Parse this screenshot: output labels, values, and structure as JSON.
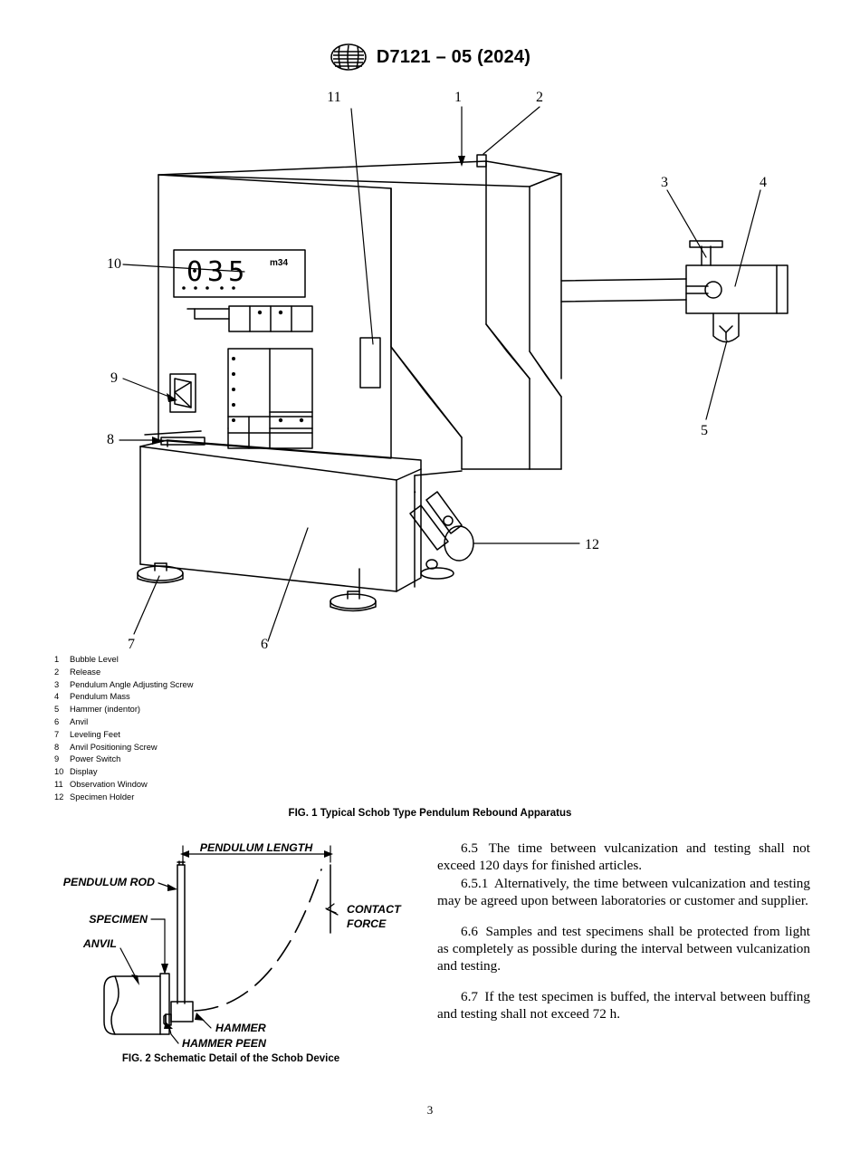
{
  "header": {
    "logo_icon": "astm-logo-icon",
    "designation": "D7121 – 05 (2024)"
  },
  "figure1": {
    "caption": "FIG. 1 Typical Schob Type Pendulum Rebound Apparatus",
    "callouts": [
      "1",
      "2",
      "3",
      "4",
      "5",
      "6",
      "7",
      "8",
      "9",
      "10",
      "11",
      "12"
    ],
    "display": {
      "value": "035",
      "unit": "m34"
    },
    "legend": [
      {
        "num": "1",
        "label": "Bubble Level"
      },
      {
        "num": "2",
        "label": "Release"
      },
      {
        "num": "3",
        "label": "Pendulum Angle Adjusting Screw"
      },
      {
        "num": "4",
        "label": "Pendulum Mass"
      },
      {
        "num": "5",
        "label": "Hammer (indentor)"
      },
      {
        "num": "6",
        "label": "Anvil"
      },
      {
        "num": "7",
        "label": "Leveling Feet"
      },
      {
        "num": "8",
        "label": "Anvil Positioning Screw"
      },
      {
        "num": "9",
        "label": "Power Switch"
      },
      {
        "num": "10",
        "label": "Display"
      },
      {
        "num": "11",
        "label": "Observation Window"
      },
      {
        "num": "12",
        "label": "Specimen Holder"
      }
    ]
  },
  "figure2": {
    "caption": "FIG. 2 Schematic Detail of the Schob Device",
    "labels": {
      "pendulum_length": "PENDULUM LENGTH",
      "pendulum_rod": "PENDULUM ROD",
      "specimen": "SPECIMEN",
      "anvil": "ANVIL",
      "contact_force_line1": "CONTACT",
      "contact_force_line2": "FORCE",
      "hammer": "HAMMER",
      "hammer_peen": "HAMMER PEEN"
    }
  },
  "body": {
    "paragraphs": [
      {
        "num": "6.5",
        "text": "The time between vulcanization and testing shall not exceed 120 days for finished articles.",
        "spaced": false
      },
      {
        "num": "6.5.1",
        "text": "Alternatively, the time between vulcanization and testing may be agreed upon between laboratories or customer and supplier.",
        "spaced": false
      },
      {
        "num": "6.6",
        "text": "Samples and test specimens shall be protected from light as completely as possible during the interval between vulcanization and testing.",
        "spaced": true
      },
      {
        "num": "6.7",
        "text": "If the test specimen is buffed, the interval between buffing and testing shall not exceed 72 h.",
        "spaced": true
      }
    ]
  },
  "footer": {
    "page_number": "3"
  }
}
